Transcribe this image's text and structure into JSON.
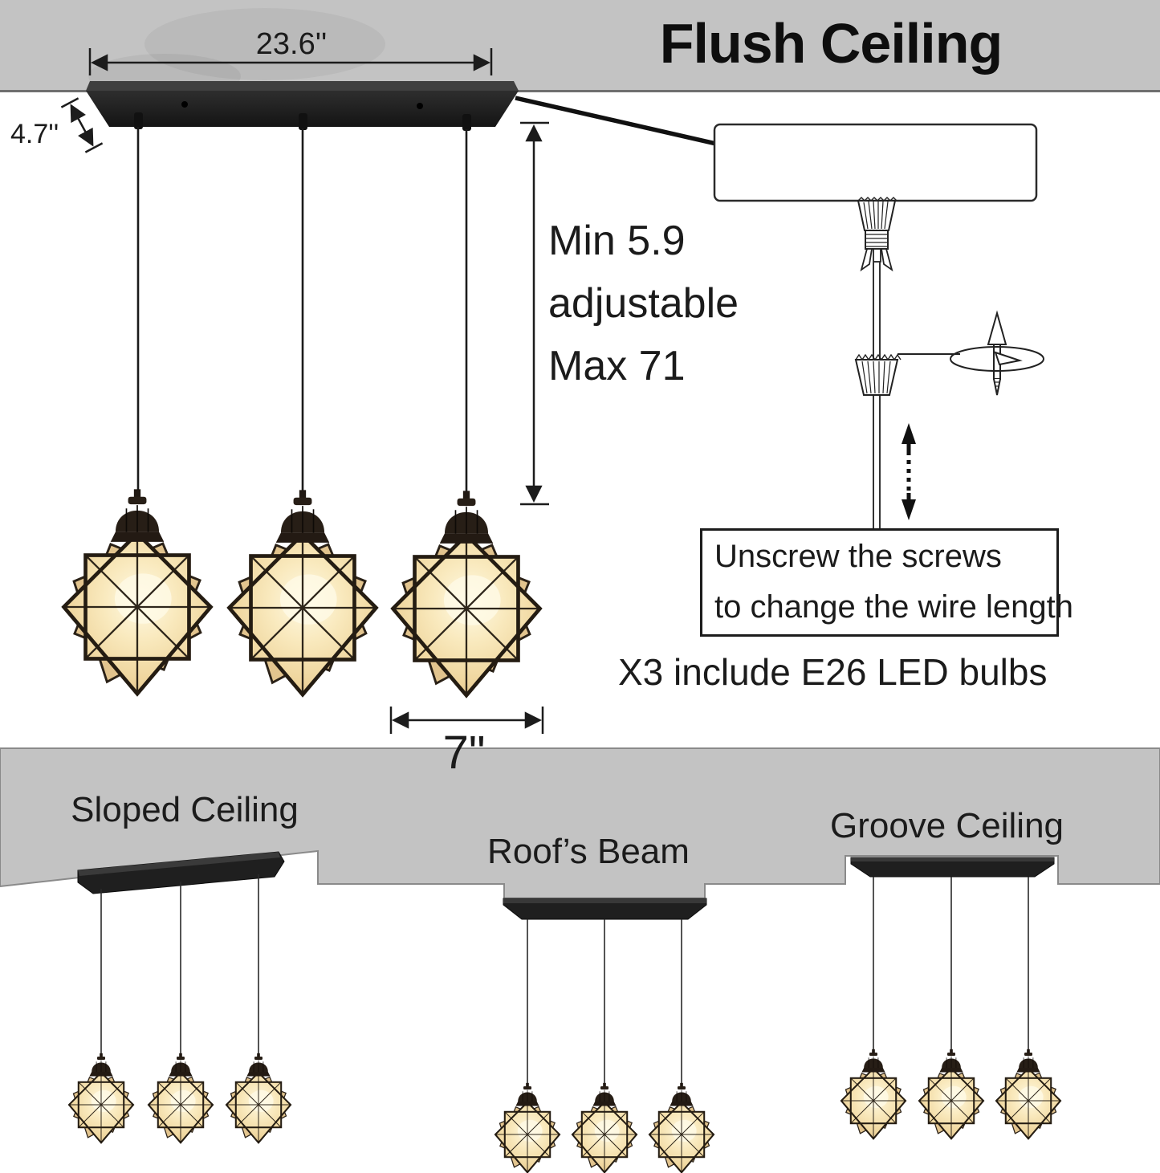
{
  "colors": {
    "ceiling_gray": "#c3c3c3",
    "ceiling_edge_line": "#6f6f6f",
    "metal_black": "#1f1f1f",
    "glass_warm": "#f3dda9",
    "ink": "#1b1b1b"
  },
  "top": {
    "title": "Flush Ceiling",
    "canopy_width": "23.6''",
    "canopy_depth": "4.7''",
    "adjust_lines": [
      "Min 5.9",
      "adjustable",
      "Max 71"
    ],
    "shade_width": "7\"",
    "note_lines": [
      "Unscrew the screws",
      "to change the wire length"
    ],
    "bulbs_note": "X3 include E26 LED bulbs"
  },
  "bottom": {
    "scenes": [
      {
        "label": "Sloped Ceiling"
      },
      {
        "label": "Roof’s Beam"
      },
      {
        "label": "Groove Ceiling"
      }
    ]
  }
}
